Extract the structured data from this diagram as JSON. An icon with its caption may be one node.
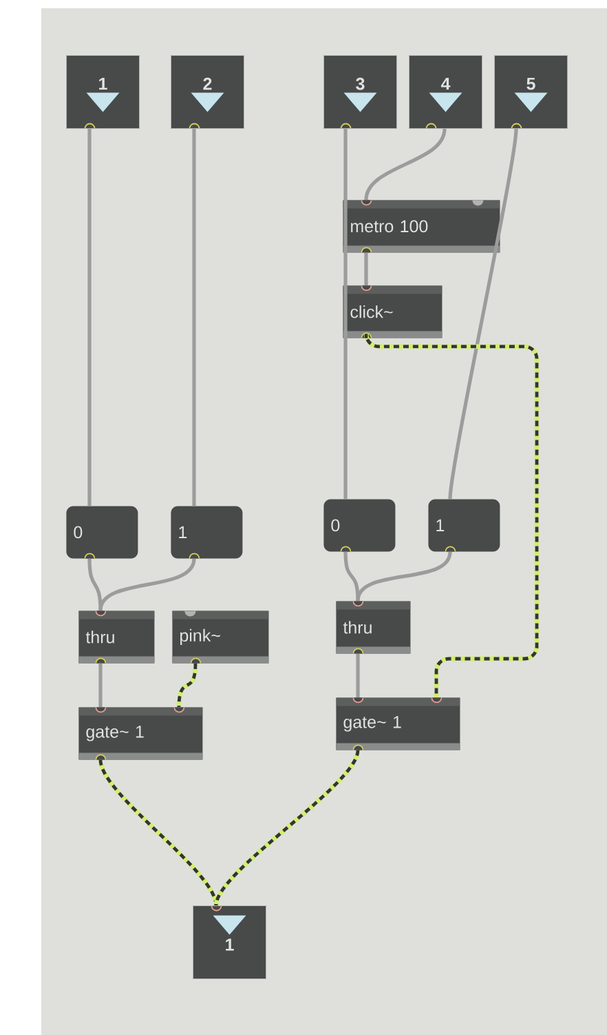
{
  "diagram": {
    "nodes": [
      {
        "text": [
          "1"
        ]
      },
      {
        "text": [
          "2"
        ]
      },
      {
        "text": [
          "3"
        ]
      },
      {
        "text": [
          "4"
        ]
      },
      {
        "text": [
          "5"
        ]
      },
      {
        "text": [
          "metro 100"
        ]
      },
      {
        "text": [
          "click~"
        ]
      },
      {
        "text": [
          "0"
        ]
      },
      {
        "text": [
          "1"
        ]
      },
      {
        "text": [
          "0"
        ]
      },
      {
        "text": [
          "1"
        ]
      },
      {
        "text": [
          "thru"
        ]
      },
      {
        "text": [
          "pink~"
        ]
      },
      {
        "text": [
          "thru"
        ]
      },
      {
        "text": [
          "gate~ 1"
        ]
      },
      {
        "text": [
          "gate~ 1"
        ]
      },
      {
        "text": [
          "1"
        ]
      }
    ],
    "edges": [
      {
        "from": 0,
        "to": 7,
        "arrow": "none"
      },
      {
        "from": 1,
        "to": 8,
        "arrow": "none"
      },
      {
        "from": 2,
        "to": 9,
        "arrow": "none"
      },
      {
        "from": 3,
        "to": 5,
        "arrow": "none"
      },
      {
        "from": 4,
        "to": 10,
        "arrow": "none"
      },
      {
        "from": 5,
        "to": 6,
        "arrow": "none"
      },
      {
        "from": 6,
        "to": 15,
        "arrow": "none",
        "style": "dashed",
        "color": "#d2ee6e"
      },
      {
        "from": 7,
        "to": 11,
        "arrow": "none"
      },
      {
        "from": 8,
        "to": 11,
        "arrow": "none"
      },
      {
        "from": 9,
        "to": 13,
        "arrow": "none"
      },
      {
        "from": 10,
        "to": 13,
        "arrow": "none"
      },
      {
        "from": 11,
        "to": 14,
        "arrow": "none"
      },
      {
        "from": 12,
        "to": 14,
        "arrow": "none",
        "style": "dashed",
        "color": "#d2ee6e"
      },
      {
        "from": 13,
        "to": 15,
        "arrow": "none"
      },
      {
        "from": 14,
        "to": 16,
        "arrow": "none",
        "style": "dashed",
        "color": "#d2ee6e"
      },
      {
        "from": 15,
        "to": 16,
        "arrow": "none",
        "style": "dashed",
        "color": "#d2ee6e"
      }
    ]
  }
}
